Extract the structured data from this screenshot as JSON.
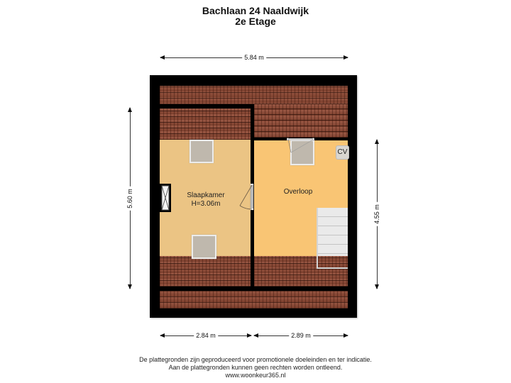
{
  "header": {
    "title": "Bachlaan 24  Naaldwijk",
    "subtitle": "2e Etage"
  },
  "dimensions": {
    "top_width": "5.84 m",
    "left_height": "5.60 m",
    "right_height": "4.55 m",
    "bottom_left_width": "2.84 m",
    "bottom_right_width": "2.89 m"
  },
  "rooms": {
    "left": {
      "name": "Slaapkamer",
      "height": "H=3.06m"
    },
    "right": {
      "name": "Overloop"
    }
  },
  "fixtures": {
    "cv_label": "CV"
  },
  "colors": {
    "wall": "#000000",
    "roof_tiles": "#8a4a36",
    "room_left": "#ebc484",
    "room_right": "#f9c574",
    "skylight": "#bfb8ad",
    "stairs": "#eaeaea"
  },
  "footer": {
    "line1": "De plattegronden zijn geproduceerd voor promotionele doeleinden en ter indicatie.",
    "line2": "Aan de plattegronden kunnen geen rechten worden ontleend.",
    "line3": "www.woonkeur365.nl"
  }
}
